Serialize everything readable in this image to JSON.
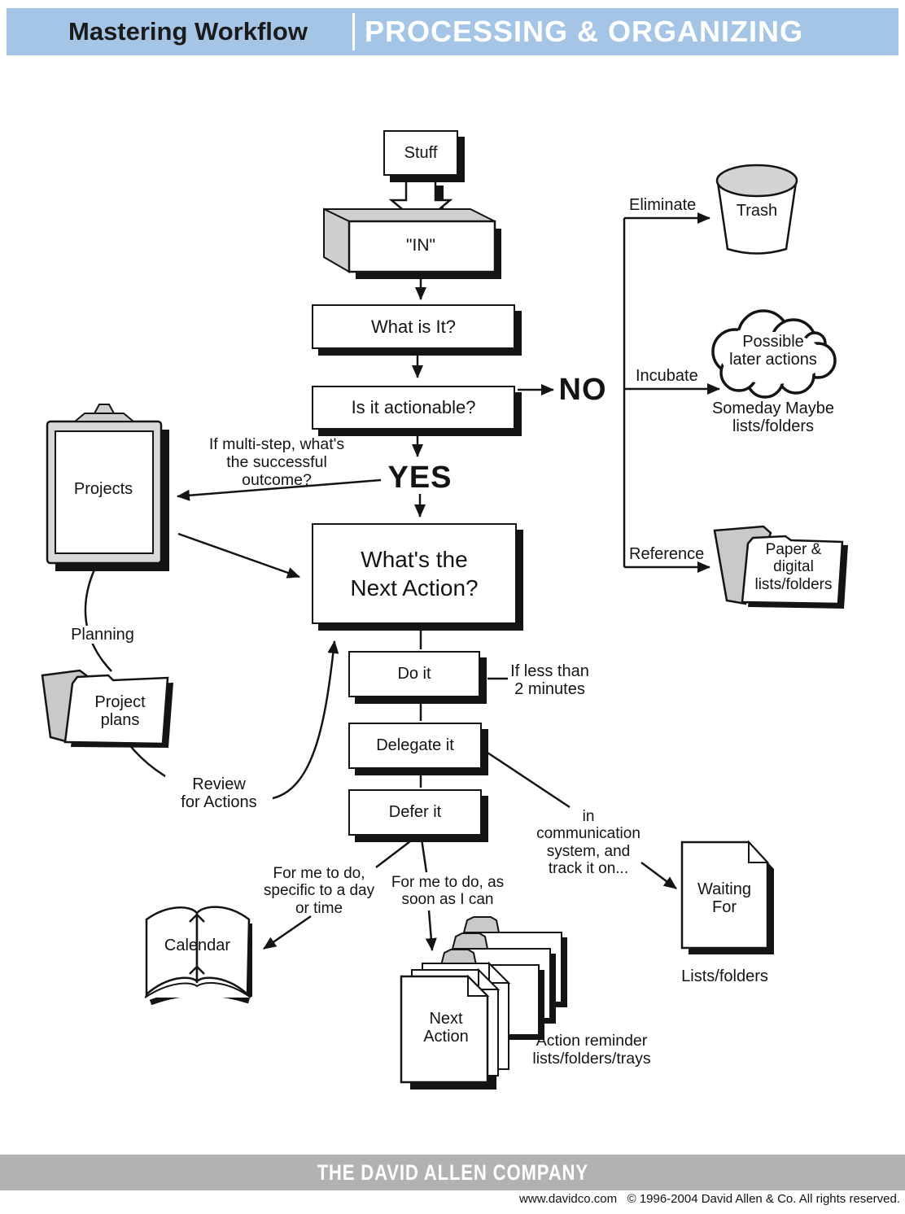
{
  "header": {
    "product": "Mastering Workflow",
    "page_title": "PROCESSING & ORGANIZING"
  },
  "flow": {
    "stuff": "Stuff",
    "in_tray": "\"IN\"",
    "what_is_it": "What is It?",
    "is_it_actionable": "Is it actionable?",
    "no": "NO",
    "yes": "YES",
    "whats_next_action": "What's the\nNext Action?",
    "do_it": "Do it",
    "delegate_it": "Delegate it",
    "defer_it": "Defer it"
  },
  "branch_labels": {
    "eliminate": "Eliminate",
    "trash": "Trash",
    "incubate": "Incubate",
    "possible_later_actions": "Possible\nlater actions",
    "someday_maybe": "Someday Maybe\nlists/folders",
    "reference": "Reference",
    "paper_digital": "Paper &\ndigital\nlists/folders",
    "multi_step": "If multi-step, what's\nthe successful\noutcome?",
    "projects": "Projects",
    "planning": "Planning",
    "project_plans": "Project\nplans",
    "review_for_actions": "Review\nfor Actions",
    "if_less_than": "If less than\n2 minutes",
    "in_comm_system": "in\ncommunication\nsystem, and\ntrack it on...",
    "waiting_for": "Waiting\nFor",
    "lists_folders": "Lists/folders",
    "for_me_day": "For me to do,\nspecific to a day\nor time",
    "for_me_soon": "For me to do, as\nsoon as I can",
    "calendar": "Calendar",
    "next_action": "Next\nAction",
    "action_reminder": "Action reminder\nlists/folders/trays"
  },
  "footer": {
    "company": "THE DAVID ALLEN COMPANY",
    "copyright": "www.davidco.com   © 1996-2004 David Allen & Co. All rights reserved."
  },
  "icons": {
    "in_tray": "inbox-tray-icon",
    "trash": "trash-can-icon",
    "cloud": "thought-cloud-icon",
    "clipboard": "clipboard-icon",
    "folders": "open-folder-icon",
    "calendar": "open-book-calendar-icon",
    "sheet": "document-sheet-icon",
    "stack": "folders-and-papers-stack-icon",
    "block_arrow": "down-block-arrow-icon"
  },
  "colors": {
    "header_blue": "#a4c5e5",
    "footer_gray": "#b2b2b5",
    "shape_gray": "#cfcfcf",
    "line_black": "#141414",
    "white": "#ffffff"
  }
}
